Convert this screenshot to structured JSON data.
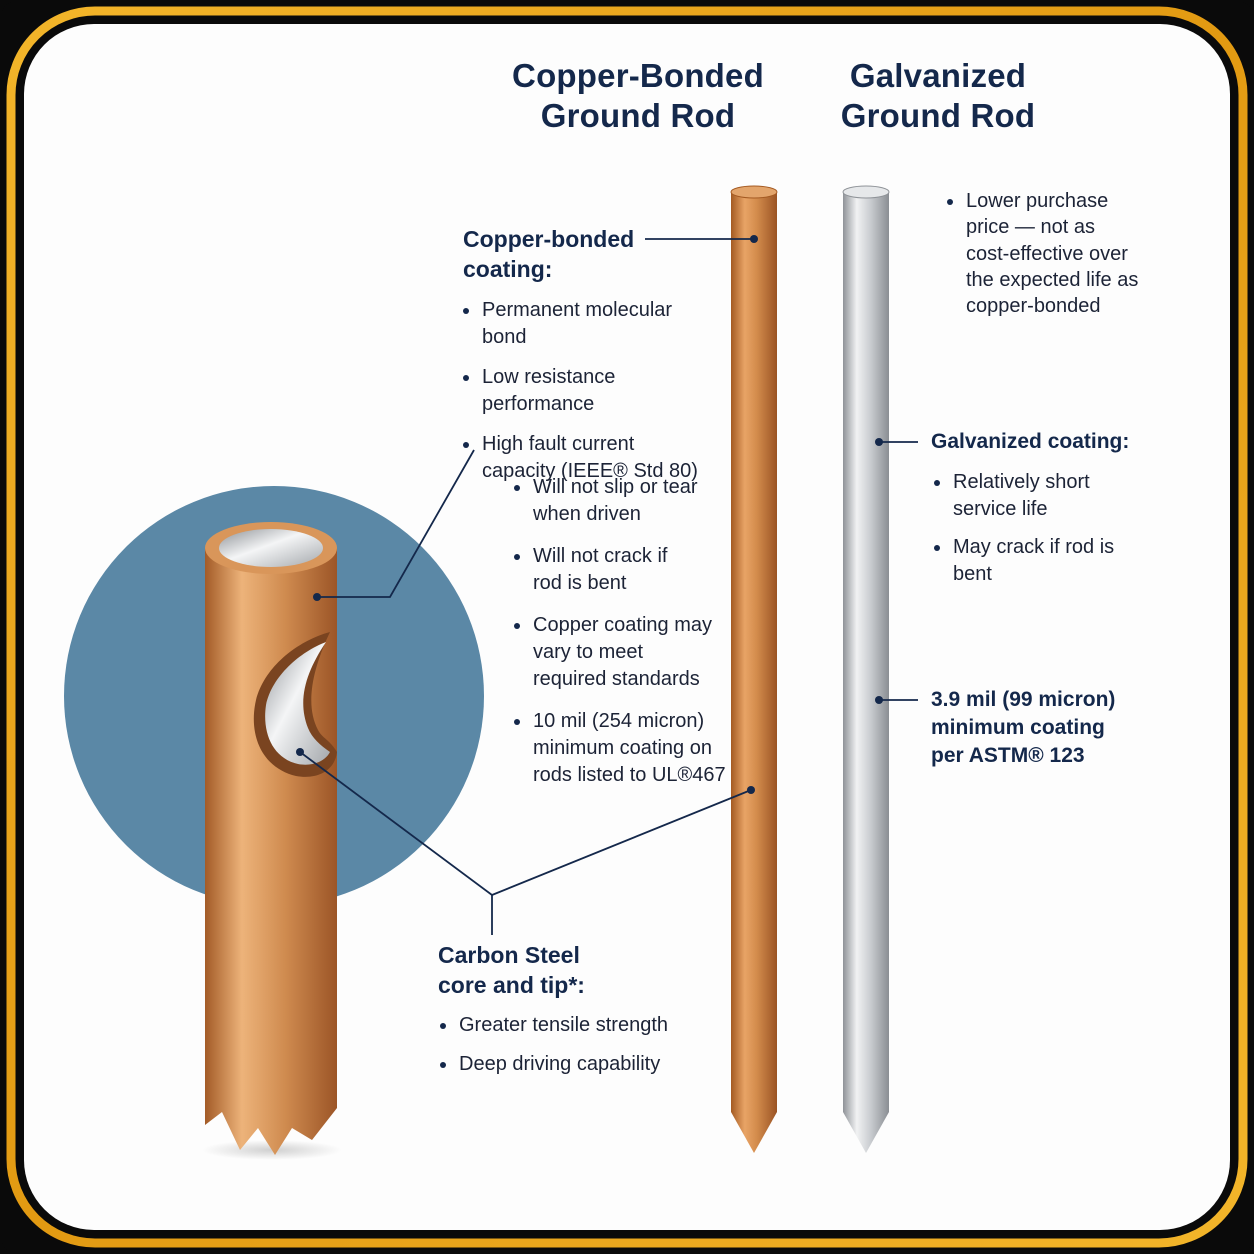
{
  "titles": {
    "copper_line1": "Copper-Bonded",
    "copper_line2": "Ground Rod",
    "galv_line1": "Galvanized",
    "galv_line2": "Ground Rod"
  },
  "copper_coating": {
    "heading_line1": "Copper-bonded",
    "heading_line2": "coating:",
    "bullets": [
      "Permanent molecular bond",
      "Low resistance performance",
      "High fault current capacity (IEEE® Std 80)"
    ],
    "sub_bullets": [
      "Will not slip or tear when driven",
      "Will not crack if rod is bent",
      "Copper coating may vary to meet required standards",
      "10 mil (254 micron) minimum coating on rods listed to UL®467"
    ]
  },
  "carbon_steel": {
    "heading_line1": "Carbon Steel",
    "heading_line2": "core and tip*:",
    "bullets": [
      "Greater tensile strength",
      "Deep driving capability"
    ]
  },
  "galvanized": {
    "price_bullet": "Lower purchase price — not as cost-effective over the expected life as copper-bonded",
    "heading": "Galvanized coating:",
    "bullets": [
      "Relatively short service life",
      "May crack if rod is bent"
    ],
    "min_coating_line1": "3.9 mil (99 micron)",
    "min_coating_line2": "minimum coating",
    "min_coating_line3": "per ASTM® 123"
  },
  "colors": {
    "navy": "#14284b",
    "copper": "#c98345",
    "steel": "#c4c7cb",
    "circle": "#5b88a6",
    "frame_gold": "#e5a21c"
  }
}
